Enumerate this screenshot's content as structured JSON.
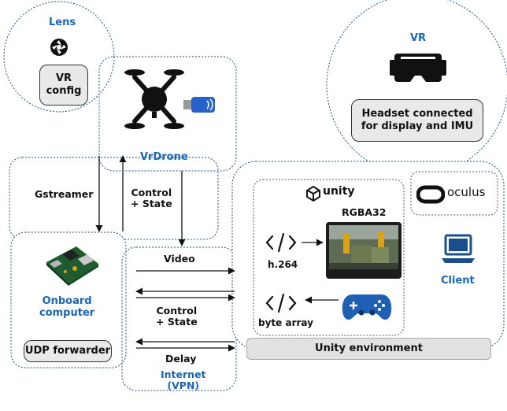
{
  "lens": {
    "title": "Lens",
    "box": "VR\nconfig",
    "icon": "aperture-icon"
  },
  "vr": {
    "title": "VR",
    "box": "Headset connected\nfor display and IMU",
    "icon": "vr-headset-icon"
  },
  "drone": {
    "title": "VrDrone",
    "icons": [
      "quadcopter-icon",
      "usb-dongle-icon"
    ]
  },
  "links": {
    "gstreamer": "Gstreamer",
    "control_state_top": "Control\n+ State",
    "video": "Video",
    "control_state_mid": "Control\n+ State",
    "delay": "Delay",
    "internet": "Internet\n(VPN)"
  },
  "onboard": {
    "title": "Onboard\ncomputer",
    "box": "UDP forwarder",
    "icon": "board-computer-icon"
  },
  "client": {
    "unity_logo": "unity",
    "rgba": "RGBA32",
    "h264": "h.264",
    "byte_array": "byte array",
    "environment": "Unity environment",
    "oculus": "oculus",
    "client_label": "Client",
    "icons": [
      "unity-logo-icon",
      "code-icon",
      "game-screenshot-icon",
      "gamepad-icon",
      "oculus-logo-icon",
      "laptop-icon"
    ]
  },
  "colors": {
    "accent": "#1a66b8",
    "box_fill": "#e9e9e9",
    "dash": "#1a4f8a"
  }
}
